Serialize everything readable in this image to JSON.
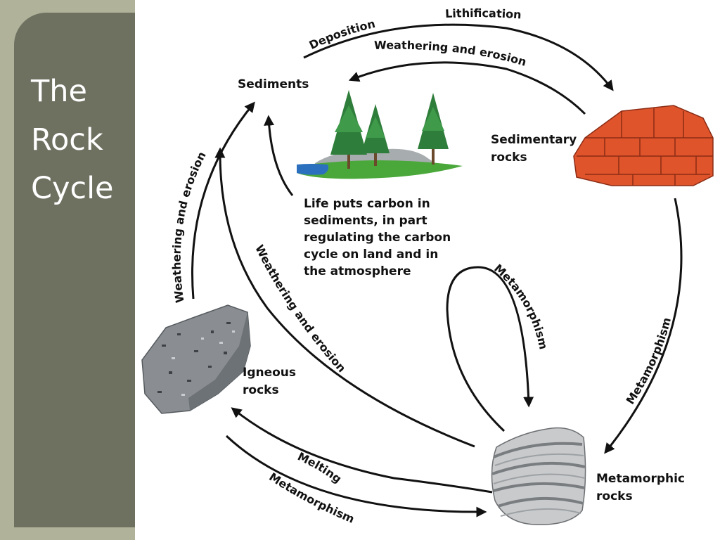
{
  "title_lines": [
    "The",
    "Rock",
    "Cycle"
  ],
  "nodes": {
    "sediments": "Sediments",
    "sedimentary": [
      "Sedimentary",
      "rocks"
    ],
    "igneous": [
      "Igneous",
      "rocks"
    ],
    "metamorphic": [
      "Metamorphic",
      "rocks"
    ]
  },
  "processes": {
    "deposition": "Deposition",
    "lithification": "Lithification",
    "weathering_top": "Weathering and erosion",
    "weathering_left": "Weathering and erosion",
    "weathering_diag": "Weathering and erosion",
    "metamorphism_loop": "Metamorphism",
    "metamorphism_right": "Metamorphism",
    "melting": "Melting",
    "metamorphism_bottom": "Metamorphism"
  },
  "note_lines": [
    "Life puts carbon in",
    "sediments, in part",
    "regulating the carbon",
    "cycle on land and in",
    "the atmosphere"
  ],
  "colors": {
    "sidebar_outer": "#b0b39a",
    "sidebar_panel": "#6e7060",
    "sedimentary_rock": "#e0542c",
    "igneous_rock": "#8a8e92",
    "metamorphic_rock": "#c8cacc",
    "tree": "#2f7d3b",
    "grass": "#4aa83a",
    "water": "#2b6fbf"
  },
  "icons": [
    "tree-landscape-icon",
    "brick-rock-icon",
    "granite-rock-icon",
    "banded-rock-icon"
  ]
}
